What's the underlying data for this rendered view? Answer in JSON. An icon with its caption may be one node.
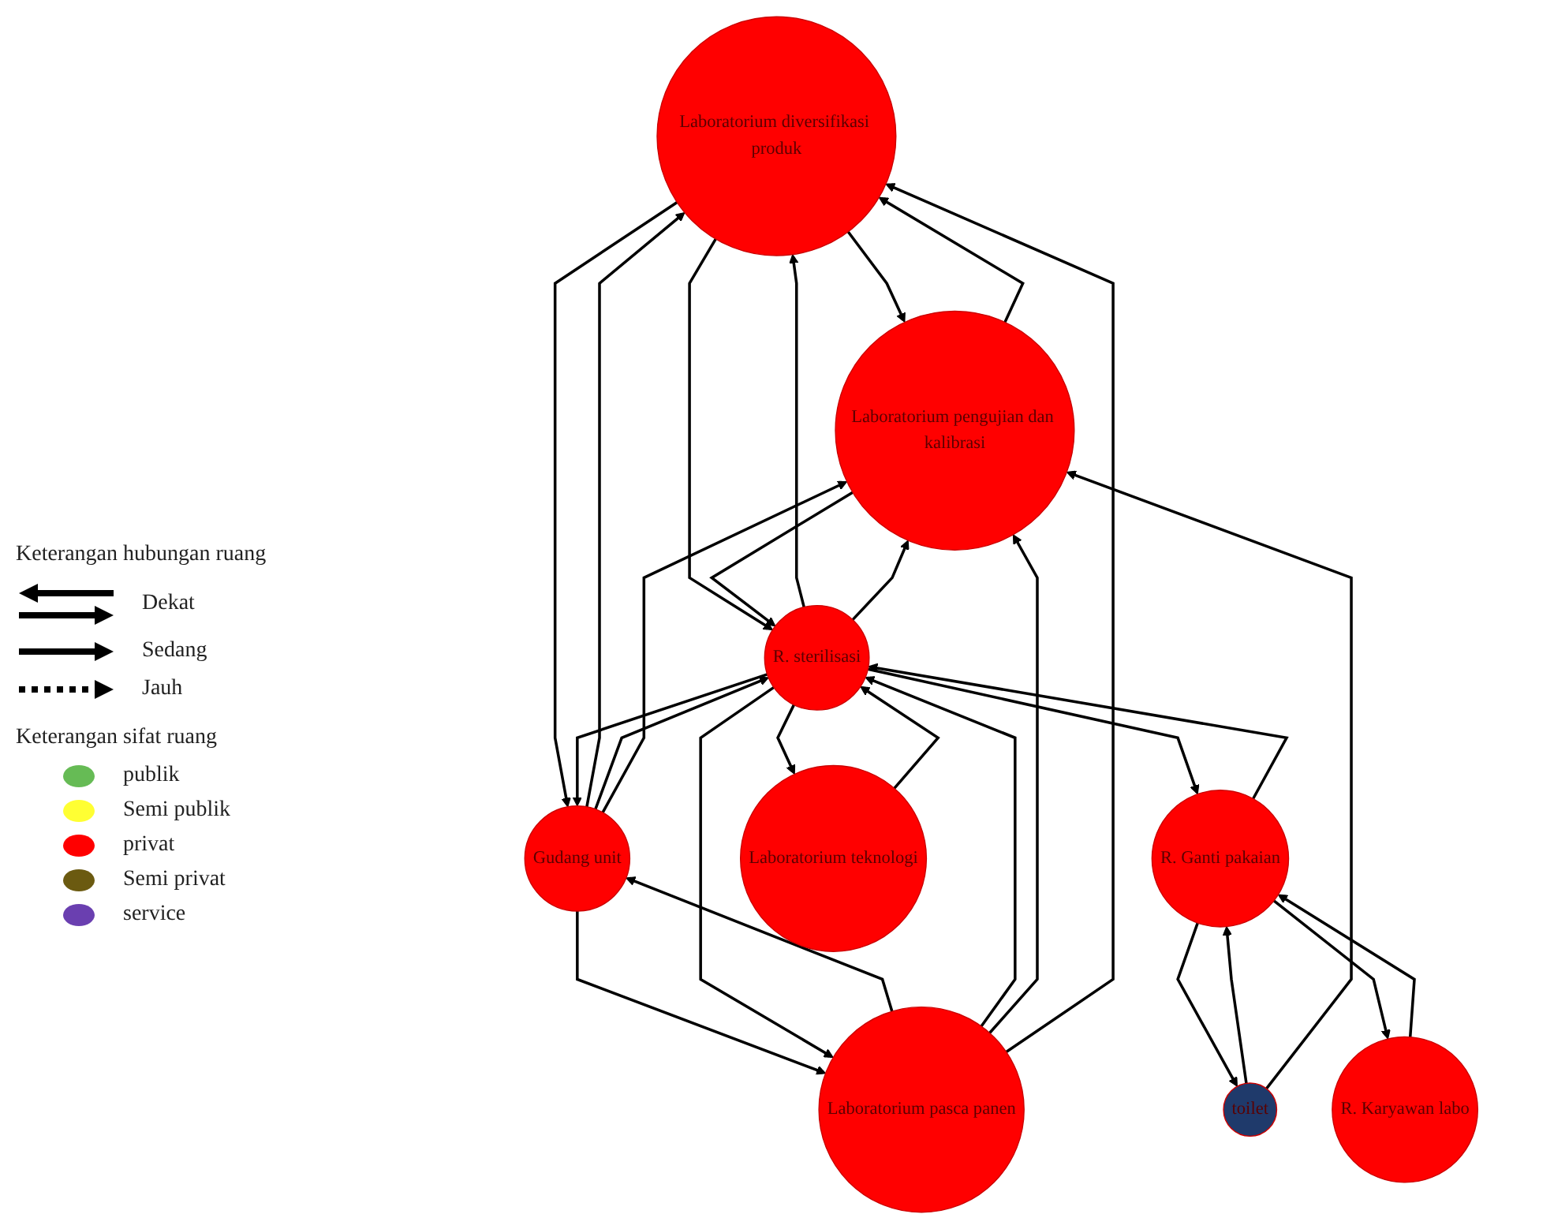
{
  "diagram": {
    "nodes": [
      {
        "text": [
          "Laboratorium diversifikasi produk"
        ]
      },
      {
        "text": [
          "Laboratorium pengujian dan kalibrasi"
        ]
      },
      {
        "text": [
          "Gudang unit"
        ]
      },
      {
        "text": [
          "R. sterilisasi"
        ]
      },
      {
        "text": [
          "Laboratorium pasca panen"
        ]
      },
      {
        "text": [
          "R. Ganti pakaian"
        ]
      },
      {
        "text": [
          "Laboratorium teknologi"
        ]
      },
      {
        "text": [
          "toilet"
        ]
      },
      {
        "text": [
          "R. Karyawan labo"
        ]
      }
    ],
    "edges": [
      {
        "from": 0,
        "to": 1,
        "arrow": "to"
      },
      {
        "from": 1,
        "to": 0,
        "arrow": "to"
      },
      {
        "from": 0,
        "to": 2,
        "arrow": "to"
      },
      {
        "from": 2,
        "to": 0,
        "arrow": "to"
      },
      {
        "from": 0,
        "to": 3,
        "arrow": "to"
      },
      {
        "from": 3,
        "to": 0,
        "arrow": "to"
      },
      {
        "from": 1,
        "to": 3,
        "arrow": "to"
      },
      {
        "from": 3,
        "to": 1,
        "arrow": "to"
      },
      {
        "from": 2,
        "to": 4,
        "arrow": "to"
      },
      {
        "from": 4,
        "to": 2,
        "arrow": "to"
      },
      {
        "from": 3,
        "to": 2,
        "arrow": "to"
      },
      {
        "from": 2,
        "to": 3,
        "arrow": "to"
      },
      {
        "from": 4,
        "to": 3,
        "arrow": "to"
      },
      {
        "from": 3,
        "to": 4,
        "arrow": "to"
      },
      {
        "from": 3,
        "to": 5,
        "arrow": "to"
      },
      {
        "from": 5,
        "to": 3,
        "arrow": "to"
      },
      {
        "from": 3,
        "to": 6,
        "arrow": "to"
      },
      {
        "from": 6,
        "to": 3,
        "arrow": "to"
      },
      {
        "from": 5,
        "to": 7,
        "arrow": "to"
      },
      {
        "from": 7,
        "to": 5,
        "arrow": "to"
      },
      {
        "from": 5,
        "to": 8,
        "arrow": "to"
      },
      {
        "from": 8,
        "to": 5,
        "arrow": "to"
      },
      {
        "from": 2,
        "to": 1,
        "arrow": "to"
      },
      {
        "from": 4,
        "to": 1,
        "arrow": "to"
      },
      {
        "from": 4,
        "to": 0,
        "arrow": "to"
      },
      {
        "from": 7,
        "to": 1,
        "arrow": "to"
      }
    ],
    "labels": [
      "Keterangan hubungan ruang",
      "Keterangan sifat ruang"
    ],
    "legend": [
      {
        "text": "Dekat"
      },
      {
        "text": "Sedang"
      },
      {
        "text": "Jauh"
      },
      {
        "text": "publik",
        "color": "#66bb55"
      },
      {
        "text": "Semi publik",
        "color": "#ffff33"
      },
      {
        "text": "privat",
        "color": "#ff0000"
      },
      {
        "text": "Semi privat",
        "color": "#6b5a10"
      },
      {
        "text": "service",
        "color": "#6a3fb0"
      }
    ]
  }
}
